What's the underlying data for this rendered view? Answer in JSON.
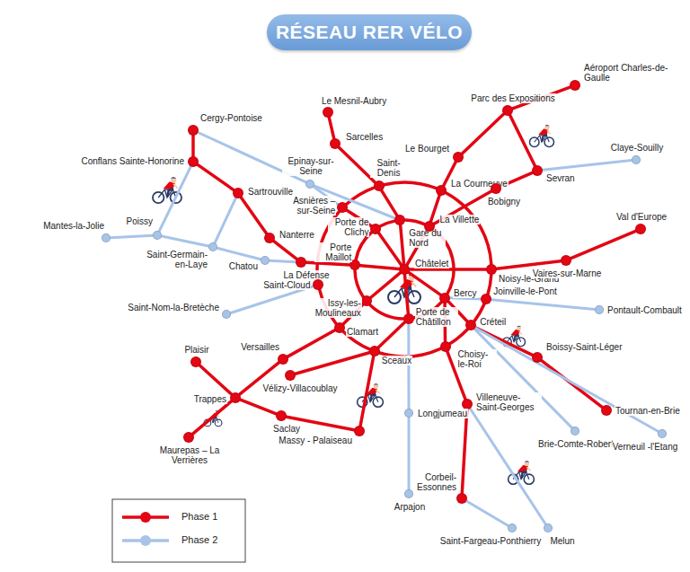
{
  "diagram": {
    "title": "RÉSEAU RER VÉLO",
    "nodes": [
      {
        "text": [
          "Le Mesnil-Aubry"
        ]
      },
      {
        "text": [
          "Sarcelles"
        ]
      },
      {
        "text": [
          "Parc des Expositions"
        ]
      },
      {
        "text": [
          "Aéroport Charles-de-Gaulle"
        ]
      },
      {
        "text": [
          "Cergy-Pontoise"
        ]
      },
      {
        "text": [
          "Claye-Souilly"
        ]
      },
      {
        "text": [
          "Le Bourget"
        ]
      },
      {
        "text": [
          "Conflans Sainte-Honorine"
        ]
      },
      {
        "text": [
          "Sevran"
        ]
      },
      {
        "text": [
          "Epinay-sur-Seine"
        ]
      },
      {
        "text": [
          "Saint-Denis"
        ]
      },
      {
        "text": [
          "La Courneuve"
        ]
      },
      {
        "text": [
          "Bobigny"
        ]
      },
      {
        "text": [
          "Sartrouville"
        ]
      },
      {
        "text": [
          "Asnières – sur-Seine"
        ]
      },
      {
        "text": [
          "Porte de Clichy"
        ]
      },
      {
        "text": [
          "Gare du Nord"
        ]
      },
      {
        "text": [
          "La Villette"
        ]
      },
      {
        "text": [
          "Mantes-la-Jolie"
        ]
      },
      {
        "text": [
          "Poissy"
        ]
      },
      {
        "text": [
          "Nanterre"
        ]
      },
      {
        "text": [
          "Val d'Europe"
        ]
      },
      {
        "text": [
          "Saint-Germain-en-Laye"
        ]
      },
      {
        "text": [
          "Chatou"
        ]
      },
      {
        "text": [
          "La Défense"
        ]
      },
      {
        "text": [
          "Porte Maillot"
        ]
      },
      {
        "text": [
          "Noisy-le-Grand"
        ]
      },
      {
        "text": [
          "Vaires-sur-Marne"
        ]
      },
      {
        "text": [
          "Châtelet"
        ]
      },
      {
        "text": [
          "Saint-Cloud"
        ]
      },
      {
        "text": [
          "Issy-les-Moulineaux"
        ]
      },
      {
        "text": [
          "Bercy"
        ]
      },
      {
        "text": [
          "Joinville-le-Pont"
        ]
      },
      {
        "text": [
          "Pontault-Combault"
        ]
      },
      {
        "text": [
          "Saint-Nom-la-Bretèche"
        ]
      },
      {
        "text": [
          "Porte de Châtillon"
        ]
      },
      {
        "text": [
          "Créteil"
        ]
      },
      {
        "text": [
          "Clamart"
        ]
      },
      {
        "text": [
          "Choisy-le-Roi"
        ]
      },
      {
        "text": [
          "Sceaux"
        ]
      },
      {
        "text": [
          "Boissy-Saint-Léger"
        ]
      },
      {
        "text": [
          "Plaisir"
        ]
      },
      {
        "text": [
          "Versailles"
        ]
      },
      {
        "text": [
          "Vélizy-Villacoublay"
        ]
      },
      {
        "text": [
          "Trappes"
        ]
      },
      {
        "text": [
          "Villeneuve-Saint-Georges"
        ]
      },
      {
        "text": [
          "Saclay"
        ]
      },
      {
        "text": [
          "Tournan-en-Brie"
        ]
      },
      {
        "text": [
          "Longjumeau"
        ]
      },
      {
        "text": [
          "Massy - Palaiseau"
        ]
      },
      {
        "text": [
          "Brie-Comte-Robert"
        ]
      },
      {
        "text": [
          "Verneuil -l'Etang"
        ]
      },
      {
        "text": [
          "Maurepas – La Verrières"
        ]
      },
      {
        "text": [
          "Corbeil-Essonnes"
        ]
      },
      {
        "text": [
          "Arpajon"
        ]
      },
      {
        "text": [
          "Saint-Fargeau-Ponthierry"
        ]
      },
      {
        "text": [
          "Melun"
        ]
      }
    ],
    "edges": [
      {
        "from": 3,
        "to": 2,
        "arrow": "none"
      },
      {
        "from": 2,
        "to": 6,
        "arrow": "none"
      },
      {
        "from": 2,
        "to": 8,
        "arrow": "none"
      },
      {
        "from": 6,
        "to": 11,
        "arrow": "none"
      },
      {
        "from": 11,
        "to": 17,
        "arrow": "none"
      },
      {
        "from": 8,
        "to": 12,
        "arrow": "none"
      },
      {
        "from": 12,
        "to": 17,
        "arrow": "none"
      },
      {
        "from": 0,
        "to": 1,
        "arrow": "none"
      },
      {
        "from": 1,
        "to": 10,
        "arrow": "none"
      },
      {
        "from": 10,
        "to": 16,
        "arrow": "none"
      },
      {
        "from": 16,
        "to": 28,
        "arrow": "none"
      },
      {
        "from": 17,
        "to": 28,
        "arrow": "none"
      },
      {
        "from": 4,
        "to": 7,
        "arrow": "none"
      },
      {
        "from": 7,
        "to": 13,
        "arrow": "none"
      },
      {
        "from": 13,
        "to": 20,
        "arrow": "none"
      },
      {
        "from": 20,
        "to": 24,
        "arrow": "none"
      },
      {
        "from": 24,
        "to": 25,
        "arrow": "none"
      },
      {
        "from": 25,
        "to": 28,
        "arrow": "none"
      },
      {
        "from": 14,
        "to": 15,
        "arrow": "none"
      },
      {
        "from": 15,
        "to": 28,
        "arrow": "none"
      },
      {
        "from": 21,
        "to": 27,
        "arrow": "none"
      },
      {
        "from": 27,
        "to": 26,
        "arrow": "none"
      },
      {
        "from": 26,
        "to": 28,
        "arrow": "none"
      },
      {
        "from": 47,
        "to": 40,
        "arrow": "none"
      },
      {
        "from": 40,
        "to": 36,
        "arrow": "none"
      },
      {
        "from": 36,
        "to": 31,
        "arrow": "none"
      },
      {
        "from": 31,
        "to": 28,
        "arrow": "none"
      },
      {
        "from": 53,
        "to": 45,
        "arrow": "none"
      },
      {
        "from": 45,
        "to": 38,
        "arrow": "none"
      },
      {
        "from": 38,
        "to": 31,
        "arrow": "none"
      },
      {
        "from": 28,
        "to": 35,
        "arrow": "none"
      },
      {
        "from": 35,
        "to": 39,
        "arrow": "none"
      },
      {
        "from": 39,
        "to": 49,
        "arrow": "none"
      },
      {
        "from": 43,
        "to": 39,
        "arrow": "none"
      },
      {
        "from": 28,
        "to": 30,
        "arrow": "none"
      },
      {
        "from": 30,
        "to": 37,
        "arrow": "none"
      },
      {
        "from": 37,
        "to": 42,
        "arrow": "none"
      },
      {
        "from": 42,
        "to": 44,
        "arrow": "none"
      },
      {
        "from": 41,
        "to": 44,
        "arrow": "none"
      },
      {
        "from": 44,
        "to": 52,
        "arrow": "none"
      },
      {
        "from": 44,
        "to": 46,
        "arrow": "none"
      },
      {
        "from": 46,
        "to": 49,
        "arrow": "none"
      },
      {
        "from": 25,
        "to": 15,
        "arrow": "none"
      },
      {
        "from": 15,
        "to": 16,
        "arrow": "none"
      },
      {
        "from": 16,
        "to": 17,
        "arrow": "none"
      },
      {
        "from": 17,
        "to": 31,
        "arrow": "none"
      },
      {
        "from": 31,
        "to": 35,
        "arrow": "none"
      },
      {
        "from": 35,
        "to": 30,
        "arrow": "none"
      },
      {
        "from": 30,
        "to": 25,
        "arrow": "none"
      },
      {
        "from": 26,
        "to": 32,
        "arrow": "none"
      },
      {
        "from": 32,
        "to": 36,
        "arrow": "none"
      },
      {
        "from": 36,
        "to": 38,
        "arrow": "none"
      },
      {
        "from": 38,
        "to": 39,
        "arrow": "none"
      },
      {
        "from": 39,
        "to": 37,
        "arrow": "none"
      },
      {
        "from": 37,
        "to": 29,
        "arrow": "none"
      },
      {
        "from": 29,
        "to": 14,
        "arrow": "none"
      },
      {
        "from": 14,
        "to": 10,
        "arrow": "none"
      },
      {
        "from": 10,
        "to": 11,
        "arrow": "none"
      },
      {
        "from": 11,
        "to": 26,
        "arrow": "none"
      },
      {
        "from": 4,
        "to": 9,
        "arrow": "none"
      },
      {
        "from": 9,
        "to": 16,
        "arrow": "none"
      },
      {
        "from": 9,
        "to": 14,
        "arrow": "none"
      },
      {
        "from": 18,
        "to": 19,
        "arrow": "none"
      },
      {
        "from": 19,
        "to": 22,
        "arrow": "none"
      },
      {
        "from": 22,
        "to": 23,
        "arrow": "none"
      },
      {
        "from": 23,
        "to": 24,
        "arrow": "none"
      },
      {
        "from": 7,
        "to": 19,
        "arrow": "none"
      },
      {
        "from": 22,
        "to": 13,
        "arrow": "none"
      },
      {
        "from": 8,
        "to": 5,
        "arrow": "none"
      },
      {
        "from": 31,
        "to": 32,
        "arrow": "none"
      },
      {
        "from": 32,
        "to": 33,
        "arrow": "none"
      },
      {
        "from": 36,
        "to": 50,
        "arrow": "none"
      },
      {
        "from": 36,
        "to": 51,
        "arrow": "none"
      },
      {
        "from": 45,
        "to": 56,
        "arrow": "none"
      },
      {
        "from": 53,
        "to": 55,
        "arrow": "none"
      },
      {
        "from": 35,
        "to": 48,
        "arrow": "none"
      },
      {
        "from": 48,
        "to": 54,
        "arrow": "none"
      },
      {
        "from": 34,
        "to": 29,
        "arrow": "none"
      }
    ],
    "legend": [
      {
        "text": "Phase 1",
        "color": "#e30613"
      },
      {
        "text": "Phase 2",
        "color": "#a7c4e8"
      }
    ]
  }
}
